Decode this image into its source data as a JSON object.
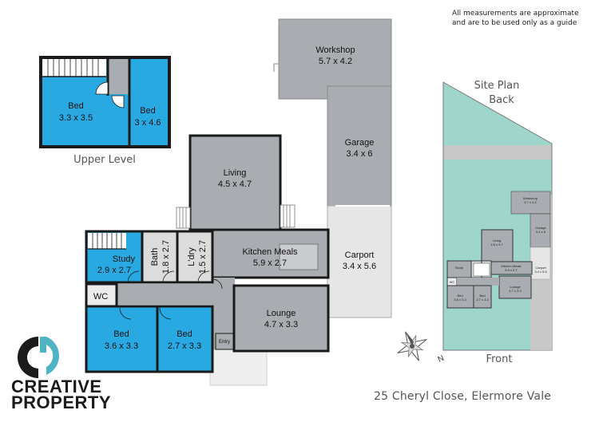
{
  "disclaimer": [
    "All measurements are approximate",
    "and are to be used only as a guide"
  ],
  "address": "25 Cheryl Close, Elermore Vale",
  "brand": {
    "line1": "CREATIVE",
    "line2": "PROPERTY",
    "logo": "creative-property-logo",
    "colors": {
      "mark": "#1b1b1b",
      "accent": "#4fb3c4"
    }
  },
  "upper_level": {
    "label": "Upper Level",
    "rooms": [
      {
        "name": "Bed",
        "dims": "3.3 x 3.5"
      },
      {
        "name": "Bed",
        "dims": "3 x 4.6"
      }
    ]
  },
  "ground": {
    "rooms": [
      {
        "name": "Workshop",
        "dims": "5.7 x 4.2"
      },
      {
        "name": "Garage",
        "dims": "3.4 x 6"
      },
      {
        "name": "Carport",
        "dims": "3.4 x 5.6"
      },
      {
        "name": "Living",
        "dims": "4.5 x 4.7"
      },
      {
        "name": "Kitchen Meals",
        "dims": "5.9 x 2.7"
      },
      {
        "name": "Lounge",
        "dims": "4.7 x 3.3"
      },
      {
        "name": "Study",
        "dims": "2.9 x 2.7"
      },
      {
        "name": "Bath",
        "dims": "1.8 x 2.7"
      },
      {
        "name": "L'dry",
        "dims": "1.5 x 2.7"
      },
      {
        "name": "WC",
        "dims": ""
      },
      {
        "name": "Bed",
        "dims": "3.6 x 3.3"
      },
      {
        "name": "Bed",
        "dims": "2.7 x 3.3"
      },
      {
        "name": "Entry",
        "dims": ""
      }
    ]
  },
  "site_plan": {
    "title": [
      "Site Plan",
      "Back"
    ],
    "front_label": "Front",
    "mini_labels": [
      "Workshop",
      "5.7 x 4.2",
      "Garage",
      "3.4 x 6",
      "Carport",
      "3.4 x 5.6",
      "Living",
      "4.5 x 4.7",
      "Kitchen Meals",
      "5.9 x 2.7",
      "Lounge",
      "4.7 x 3.3",
      "Study",
      "WC",
      "Bed",
      "3.6 x 3.3",
      "Bed",
      "2.7 x 3.3"
    ]
  },
  "compass": {
    "icon": "compass-rose-icon",
    "north_label": "N"
  },
  "colors": {
    "bedroom": "#29a9e2",
    "living": "#a9acb0",
    "utility": "#dcdcdc",
    "service": "#ececec",
    "site_land": "#9fd6cc",
    "site_road": "#c8c8c8",
    "wall": "#1a1a1a"
  }
}
